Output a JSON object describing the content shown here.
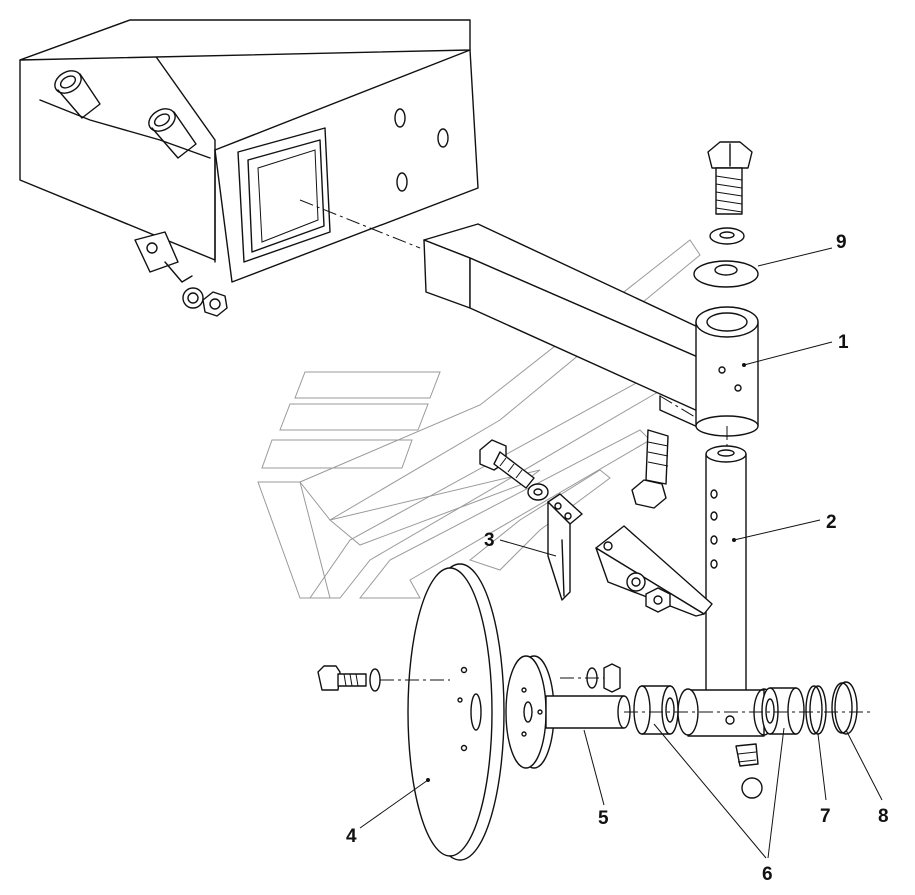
{
  "callouts": [
    {
      "id": "1",
      "label": "1"
    },
    {
      "id": "2",
      "label": "2"
    },
    {
      "id": "3",
      "label": "3"
    },
    {
      "id": "4",
      "label": "4"
    },
    {
      "id": "5",
      "label": "5"
    },
    {
      "id": "6",
      "label": "6"
    },
    {
      "id": "7",
      "label": "7"
    },
    {
      "id": "8",
      "label": "8"
    },
    {
      "id": "9",
      "label": "9"
    }
  ],
  "colors": {
    "line": "#111111",
    "watermark": "#9a9a9a",
    "background": "#ffffff"
  }
}
